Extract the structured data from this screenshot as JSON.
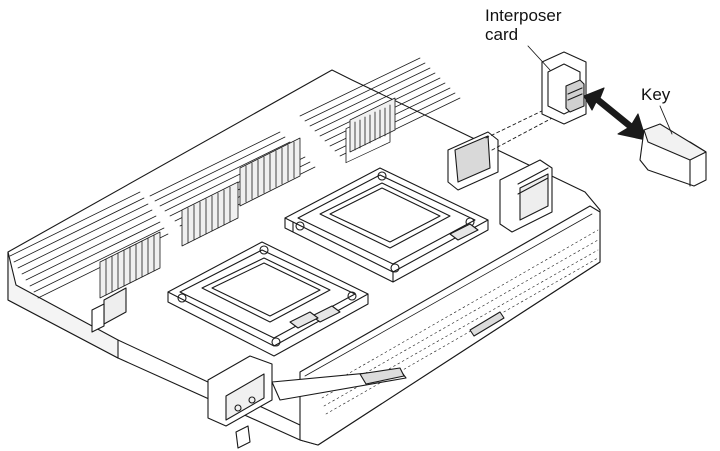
{
  "labels": {
    "interposer_line1": "Interposer",
    "interposer_line2": "card",
    "key": "Key"
  },
  "colors": {
    "line": "#1a1a1a",
    "fill": "#ffffff",
    "shade": "#d9d9d9"
  }
}
